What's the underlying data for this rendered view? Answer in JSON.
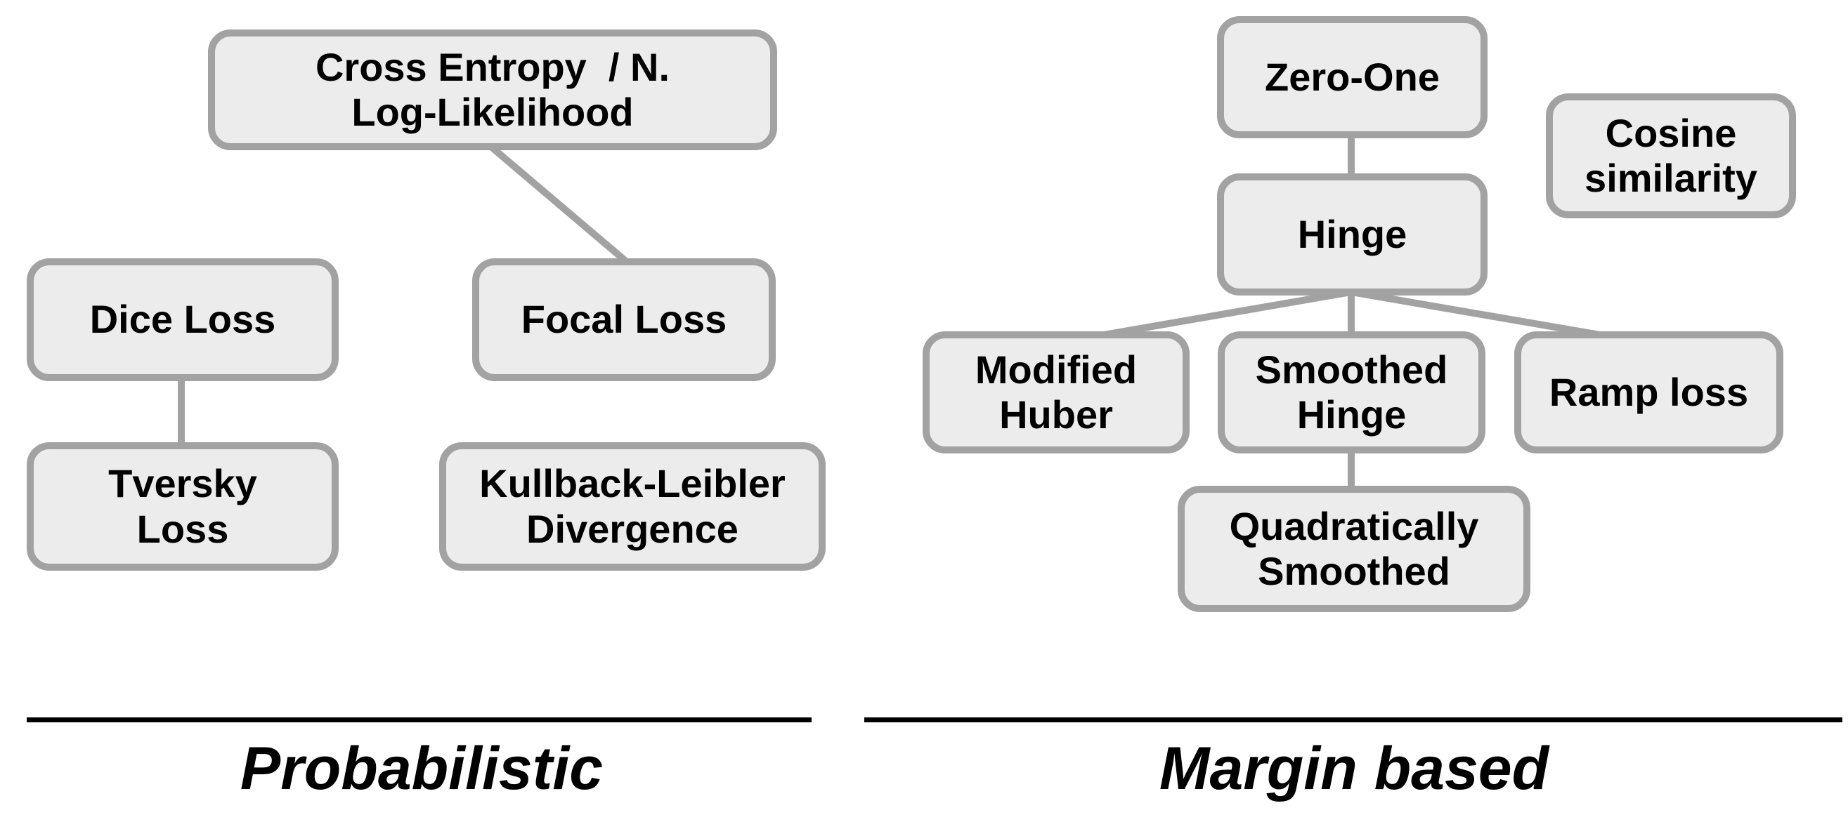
{
  "diagram": {
    "colors": {
      "node_fill": "#ececec",
      "node_border": "#a2a2a2",
      "connector": "#a2a2a2",
      "category_line": "#000000",
      "text": "#000000"
    },
    "categories": [
      {
        "id": "probabilistic",
        "label": "Probabilistic"
      },
      {
        "id": "margin-based",
        "label": "Margin based"
      }
    ],
    "nodes": {
      "cross_entropy": {
        "label": "Cross Entropy  / N.\nLog-Likelihood",
        "category": "Probabilistic"
      },
      "dice": {
        "label": "Dice Loss",
        "category": "Probabilistic"
      },
      "focal": {
        "label": "Focal Loss",
        "category": "Probabilistic"
      },
      "tversky": {
        "label": "Tversky\nLoss",
        "category": "Probabilistic"
      },
      "kullback_leibler": {
        "label": "Kullback-Leibler\nDivergence",
        "category": "Probabilistic"
      },
      "zero_one": {
        "label": "Zero-One",
        "category": "Margin based"
      },
      "cosine": {
        "label": "Cosine\nsimilarity",
        "category": "Margin based"
      },
      "hinge": {
        "label": "Hinge",
        "category": "Margin based"
      },
      "modified_huber": {
        "label": "Modified\nHuber",
        "category": "Margin based"
      },
      "smoothed_hinge": {
        "label": "Smoothed\nHinge",
        "category": "Margin based"
      },
      "ramp": {
        "label": "Ramp loss",
        "category": "Margin based"
      },
      "quadratically_smoothed": {
        "label": "Quadratically\nSmoothed",
        "category": "Margin based"
      }
    },
    "edges": [
      {
        "from": "Cross Entropy / N. Log-Likelihood",
        "to": "Focal Loss"
      },
      {
        "from": "Dice Loss",
        "to": "Tversky Loss"
      },
      {
        "from": "Zero-One",
        "to": "Hinge"
      },
      {
        "from": "Hinge",
        "to": "Modified Huber"
      },
      {
        "from": "Hinge",
        "to": "Smoothed Hinge"
      },
      {
        "from": "Hinge",
        "to": "Ramp loss"
      },
      {
        "from": "Smoothed Hinge",
        "to": "Quadratically Smoothed"
      }
    ]
  }
}
